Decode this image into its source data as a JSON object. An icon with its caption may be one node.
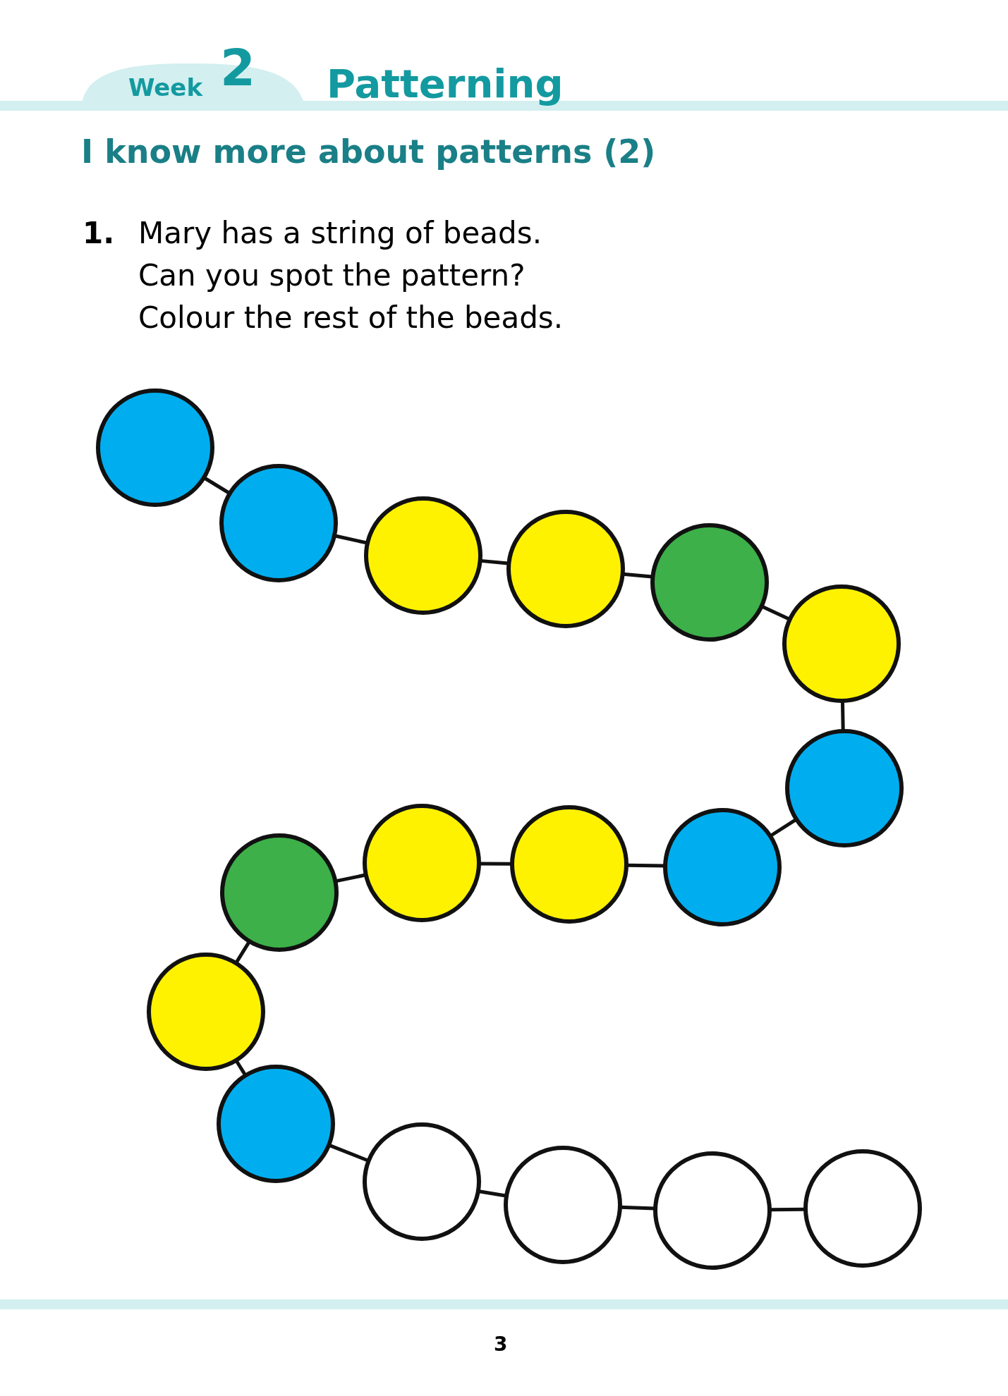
{
  "diagram": {
    "title": "Patterning",
    "nodes": [
      {
        "text": [],
        "shape": "circle"
      },
      {
        "text": [],
        "shape": "circle"
      },
      {
        "text": [],
        "shape": "circle"
      },
      {
        "text": [],
        "shape": "circle"
      },
      {
        "text": [],
        "shape": "circle"
      },
      {
        "text": [],
        "shape": "circle"
      },
      {
        "text": [],
        "shape": "circle"
      },
      {
        "text": [],
        "shape": "circle"
      },
      {
        "text": [],
        "shape": "circle"
      },
      {
        "text": [],
        "shape": "circle"
      },
      {
        "text": [],
        "shape": "circle"
      },
      {
        "text": [],
        "shape": "circle"
      },
      {
        "text": [],
        "shape": "circle"
      },
      {
        "text": [],
        "shape": "circle"
      },
      {
        "text": [],
        "shape": "circle"
      },
      {
        "text": [],
        "shape": "circle"
      },
      {
        "text": [],
        "shape": "circle"
      }
    ],
    "edges": [
      {
        "from": 0,
        "to": 1,
        "arrow": "none"
      },
      {
        "from": 1,
        "to": 2,
        "arrow": "none"
      },
      {
        "from": 2,
        "to": 3,
        "arrow": "none"
      },
      {
        "from": 3,
        "to": 4,
        "arrow": "none"
      },
      {
        "from": 4,
        "to": 5,
        "arrow": "none"
      },
      {
        "from": 5,
        "to": 6,
        "arrow": "none"
      },
      {
        "from": 6,
        "to": 7,
        "arrow": "none"
      },
      {
        "from": 7,
        "to": 8,
        "arrow": "none"
      },
      {
        "from": 8,
        "to": 9,
        "arrow": "none"
      },
      {
        "from": 9,
        "to": 10,
        "arrow": "none"
      },
      {
        "from": 10,
        "to": 11,
        "arrow": "none"
      },
      {
        "from": 11,
        "to": 12,
        "arrow": "none"
      },
      {
        "from": 12,
        "to": 13,
        "arrow": "none"
      },
      {
        "from": 13,
        "to": 14,
        "arrow": "none"
      },
      {
        "from": 14,
        "to": 15,
        "arrow": "none"
      },
      {
        "from": 15,
        "to": 16,
        "arrow": "none"
      }
    ],
    "labels": [
      "Week",
      "2",
      "I know more about patterns (2)",
      "1.",
      "Mary has a string of beads.",
      "Can you spot the pattern?",
      "Colour the rest of the beads.",
      "3"
    ]
  }
}
